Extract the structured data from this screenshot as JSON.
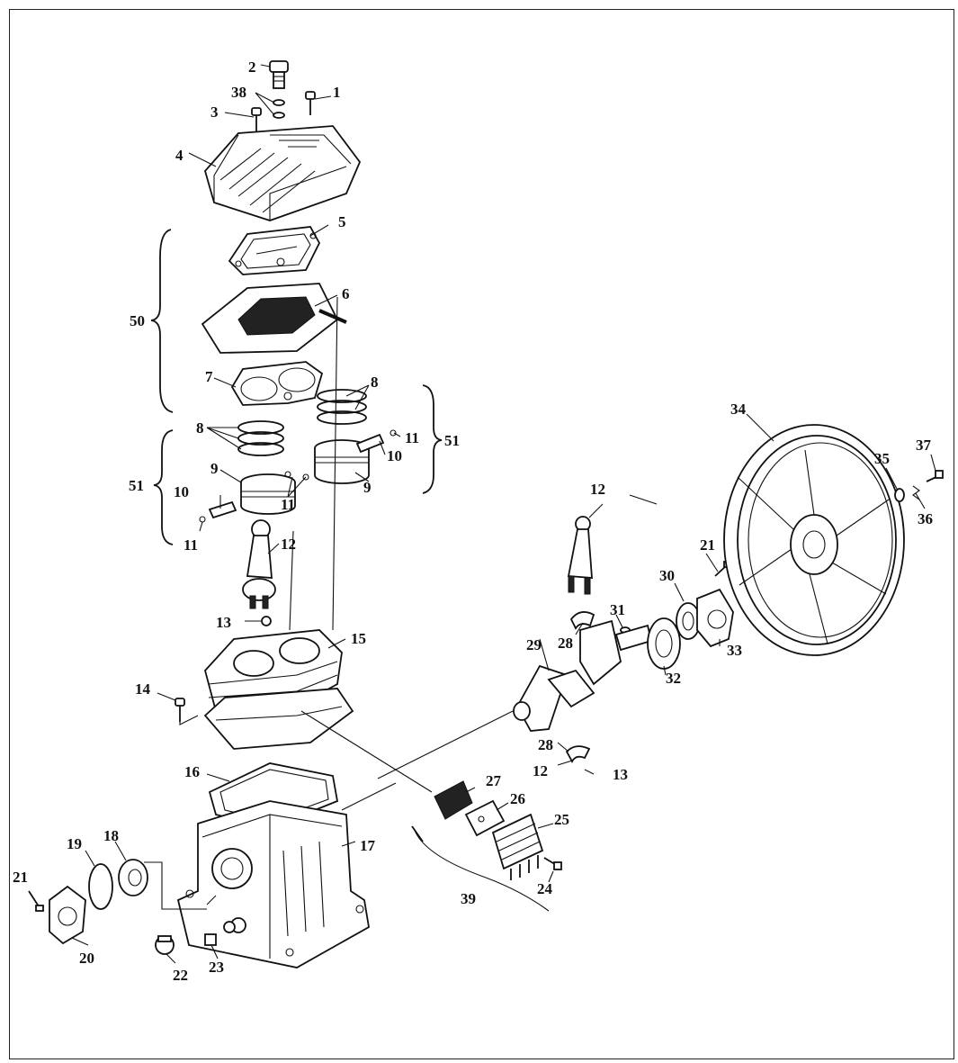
{
  "labels": {
    "l1": "1",
    "l2": "2",
    "l3": "3",
    "l4": "4",
    "l5": "5",
    "l6": "6",
    "l7": "7",
    "l8a": "8",
    "l8b": "8",
    "l9a": "9",
    "l9b": "9",
    "l10a": "10",
    "l10b": "10",
    "l11a": "11",
    "l11b": "11",
    "l11c": "11",
    "l12a": "12",
    "l12b": "12",
    "l12c": "12",
    "l13a": "13",
    "l13b": "13",
    "l14": "14",
    "l15": "15",
    "l16": "16",
    "l17": "17",
    "l18": "18",
    "l19": "19",
    "l20": "20",
    "l21a": "21",
    "l21b": "21",
    "l22": "22",
    "l23": "23",
    "l24": "24",
    "l25": "25",
    "l26": "26",
    "l27": "27",
    "l28a": "28",
    "l28b": "28",
    "l29": "29",
    "l30": "30",
    "l31": "31",
    "l32": "32",
    "l33": "33",
    "l34": "34",
    "l35": "35",
    "l36": "36",
    "l37": "37",
    "l38": "38",
    "l39": "39",
    "l50": "50",
    "l51a": "51",
    "l51b": "51"
  }
}
